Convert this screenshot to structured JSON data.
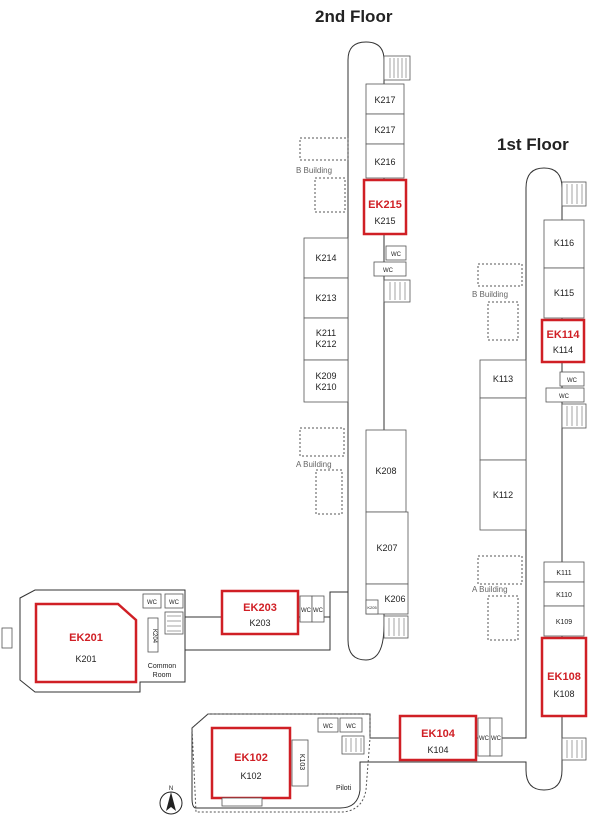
{
  "floors": {
    "second": "2nd Floor",
    "first": "1st Floor"
  },
  "labels": {
    "b_building_2f": "B  Building",
    "a_building_2f": "A Building",
    "b_building_1f": "B  Building",
    "a_building_1f": "A Building",
    "common_room": "Common Room",
    "piloti": "Piloti",
    "north": "N",
    "wc": "WC"
  },
  "rooms_2f": {
    "k217a": "K217",
    "k217b": "K217",
    "k216": "K216",
    "k215": "K215",
    "k214": "K214",
    "k213": "K213",
    "k211": "K211",
    "k212": "K212",
    "k209": "K209",
    "k210": "K210",
    "k208": "K208",
    "k207": "K207",
    "k206": "K206",
    "k205": "K205",
    "k204": "K204",
    "k203": "K203",
    "k201": "K201"
  },
  "rooms_1f": {
    "k116": "K116",
    "k115": "K115",
    "k114": "K114",
    "k113": "K113",
    "k112": "K112",
    "k111": "K111",
    "k110": "K110",
    "k109": "K109",
    "k108": "K108",
    "k104": "K104",
    "k103": "K103",
    "k102": "K102"
  },
  "highlights": {
    "ek215": "EK215",
    "ek203": "EK203",
    "ek201": "EK201",
    "ek114": "EK114",
    "ek108": "EK108",
    "ek104": "EK104",
    "ek102": "EK102"
  },
  "colors": {
    "highlight": "#d01f25",
    "wall": "#333333"
  }
}
